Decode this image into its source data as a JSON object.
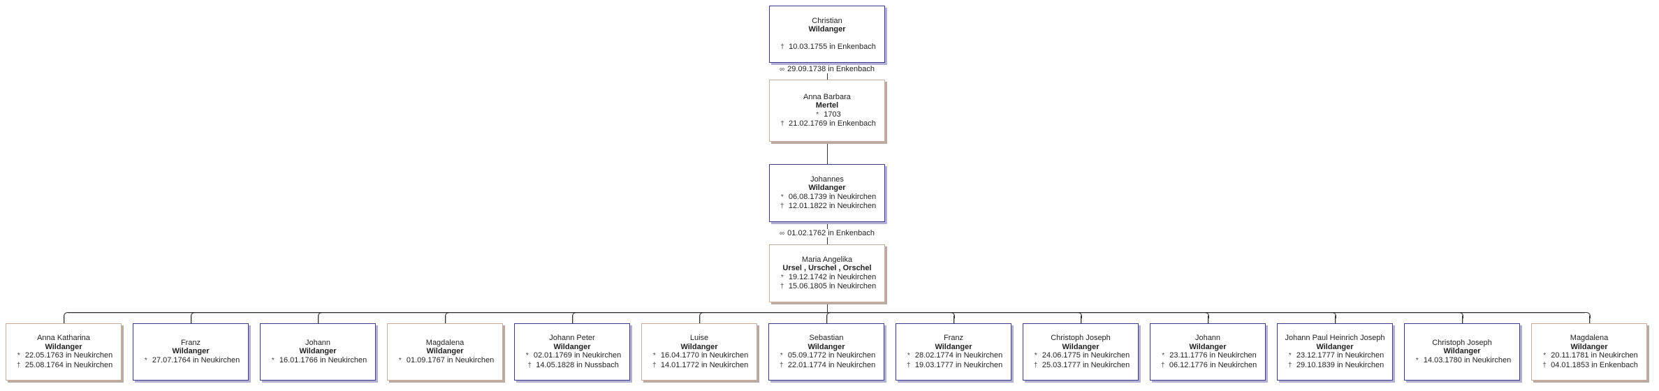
{
  "symbols": {
    "birth": "*",
    "death": "†",
    "marriage": "∞"
  },
  "ancestors": [
    {
      "given": "Christian",
      "surname": "Wildanger",
      "sex": "male",
      "events": [
        {
          "type": "death",
          "text": "10.03.1755 in Enkenbach"
        }
      ],
      "gap": true
    },
    {
      "given": "Anna Barbara",
      "surname": "Mertel",
      "sex": "female",
      "events": [
        {
          "type": "birth",
          "text": "1703"
        },
        {
          "type": "death",
          "text": "21.02.1769 in Enkenbach"
        }
      ]
    },
    {
      "given": "Johannes",
      "surname": "Wildanger",
      "sex": "male",
      "events": [
        {
          "type": "birth",
          "text": "06.08.1739 in Neukirchen"
        },
        {
          "type": "death",
          "text": "12.01.1822 in Neukirchen"
        }
      ]
    },
    {
      "given": "Maria Angelika",
      "surname": "Ursel , Urschel , Orschel",
      "sex": "female",
      "events": [
        {
          "type": "birth",
          "text": "19.12.1742 in Neukirchen"
        },
        {
          "type": "death",
          "text": "15.06.1805 in Neukirchen"
        }
      ]
    }
  ],
  "marriages": [
    {
      "text": "29.09.1738 in Enkenbach"
    },
    {
      "text": "01.02.1762 in Enkenbach"
    }
  ],
  "children": [
    {
      "given": "Anna Katharina",
      "surname": "Wildanger",
      "sex": "female",
      "events": [
        {
          "type": "birth",
          "text": "22.05.1763 in Neukirchen"
        },
        {
          "type": "death",
          "text": "25.08.1764 in Neukirchen"
        }
      ]
    },
    {
      "given": "Franz",
      "surname": "Wildanger",
      "sex": "male",
      "events": [
        {
          "type": "birth",
          "text": "27.07.1764 in Neukirchen"
        }
      ]
    },
    {
      "given": "Johann",
      "surname": "Wildanger",
      "sex": "male",
      "events": [
        {
          "type": "birth",
          "text": "16.01.1766 in Neukirchen"
        }
      ]
    },
    {
      "given": "Magdalena",
      "surname": "Wildanger",
      "sex": "female",
      "events": [
        {
          "type": "birth",
          "text": "01.09.1767 in Neukirchen"
        }
      ]
    },
    {
      "given": "Johann Peter",
      "surname": "Wildanger",
      "sex": "male",
      "events": [
        {
          "type": "birth",
          "text": "02.01.1769 in Neukirchen"
        },
        {
          "type": "death",
          "text": "14.05.1828 in Nussbach"
        }
      ]
    },
    {
      "given": "Luise",
      "surname": "Wildanger",
      "sex": "female",
      "events": [
        {
          "type": "birth",
          "text": "16.04.1770 in Neukirchen"
        },
        {
          "type": "death",
          "text": "14.01.1772 in Neukirchen"
        }
      ]
    },
    {
      "given": "Sebastian",
      "surname": "Wildanger",
      "sex": "male",
      "events": [
        {
          "type": "birth",
          "text": "05.09.1772 in Neukirchen"
        },
        {
          "type": "death",
          "text": "22.01.1774 in Neukirchen"
        }
      ]
    },
    {
      "given": "Franz",
      "surname": "Wildanger",
      "sex": "male",
      "events": [
        {
          "type": "birth",
          "text": "28.02.1774 in Neukirchen"
        },
        {
          "type": "death",
          "text": "19.03.1777 in Neukirchen"
        }
      ]
    },
    {
      "given": "Christoph Joseph",
      "surname": "Wildanger",
      "sex": "male",
      "events": [
        {
          "type": "birth",
          "text": "24.06.1775 in Neukirchen"
        },
        {
          "type": "death",
          "text": "25.03.1777 in Neukirchen"
        }
      ]
    },
    {
      "given": "Johann",
      "surname": "Wildanger",
      "sex": "male",
      "events": [
        {
          "type": "birth",
          "text": "23.11.1776 in Neukirchen"
        },
        {
          "type": "death",
          "text": "06.12.1776 in Neukirchen"
        }
      ]
    },
    {
      "given": "Johann Paul Heinrich Joseph",
      "surname": "Wildanger",
      "sex": "male",
      "events": [
        {
          "type": "birth",
          "text": "23.12.1777 in Neukirchen"
        },
        {
          "type": "death",
          "text": "29.10.1839 in Neukirchen"
        }
      ]
    },
    {
      "given": "Christoph Joseph",
      "surname": "Wildanger",
      "sex": "male",
      "events": [
        {
          "type": "birth",
          "text": "14.03.1780 in Neukirchen"
        }
      ]
    },
    {
      "given": "Magdalena",
      "surname": "Wildanger",
      "sex": "female",
      "events": [
        {
          "type": "birth",
          "text": "20.11.1781 in Neukirchen"
        },
        {
          "type": "death",
          "text": "04.01.1853 in Enkenbach"
        }
      ]
    }
  ]
}
